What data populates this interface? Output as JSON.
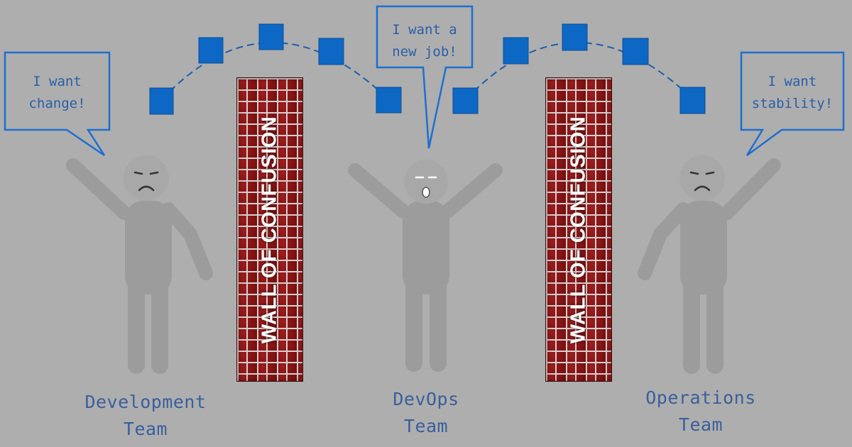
{
  "colors": {
    "background": "#aeaeae",
    "figure": "#9c9c9c",
    "face": "#a8a8a8",
    "accent_blue": "#0d67c4",
    "bubble_outline": "#1d6fd0",
    "text_blue": "#2a5fa8",
    "brick_red": "#8f1616"
  },
  "bubbles": {
    "development": "I want\nchange!",
    "devops": "I want a\nnew job!",
    "operations": "I want\nstability!"
  },
  "walls": {
    "left": "WALL OF CONFUSION",
    "right": "WALL OF CONFUSION"
  },
  "teams": {
    "development": "Development\nTeam",
    "devops": "DevOps\nTeam",
    "operations": "Operations\nTeam"
  },
  "faces": {
    "development": "sad",
    "devops": "shouting",
    "operations": "sad"
  },
  "packets": {
    "left_arc_count": 5,
    "right_arc_count": 5
  }
}
